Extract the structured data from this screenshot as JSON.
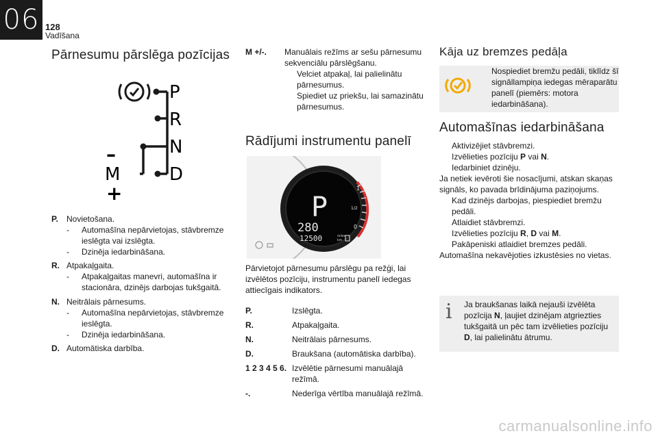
{
  "header": {
    "chapter": "06",
    "page_number": "128",
    "section": "Vadīšana"
  },
  "col1": {
    "title": "Pārnesumu pārslēga pozīcijas",
    "gear_labels": {
      "p": "P",
      "r": "R",
      "n": "N",
      "d": "D",
      "m": "M",
      "minus": "–",
      "plus": "+"
    },
    "defs": [
      {
        "term": "P.",
        "desc": "Novietošana.",
        "subs": [
          "Automašīna nepārvietojas, stāvbremze ieslēgta vai izslēgta.",
          "Dzinēja iedarbināšana."
        ]
      },
      {
        "term": "R.",
        "desc": "Atpakaļgaita.",
        "subs": [
          "Atpakaļgaitas manevri, automašīna ir stacionāra, dzinējs darbojas tukšgaitā."
        ]
      },
      {
        "term": "N.",
        "desc": "Neitrālais pārnesums.",
        "subs": [
          "Automašīna nepārvietojas, stāvbremze ieslēgta.",
          "Dzinēja iedarbināšana."
        ]
      },
      {
        "term": "D.",
        "desc": "Automātiska darbība.",
        "subs": []
      }
    ],
    "dash": "-"
  },
  "col2": {
    "manual": {
      "term": "M +/-.",
      "desc": "Manuālais režīms ar sešu pārnesumu sekvenciālu pārslēgšanu.",
      "bullets": [
        "Velciet atpakaļ, lai palielinātu pārnesumus.",
        "Spiediet uz priekšu, lai samazinātu pārnesumus."
      ]
    },
    "title": "Rādījumi instrumentu panelī",
    "cluster": {
      "gear": "P",
      "speed": "280",
      "odometer": "12500",
      "unit_top": "miles",
      "unit_bottom": "km",
      "tick_1": "1",
      "tick_half": "1/2",
      "tick_0": "0"
    },
    "intro": "Pārvietojot pārnesumu pārslēgu pa režģi, lai izvēlētos pozīciju, instrumentu panelī iedegas attiecīgais indikators.",
    "defs": [
      {
        "term": "P.",
        "desc": "Izslēgta."
      },
      {
        "term": "R.",
        "desc": "Atpakaļgaita."
      },
      {
        "term": "N.",
        "desc": "Neitrālais pārnesums."
      },
      {
        "term": "D.",
        "desc": "Braukšana (automātiska darbība)."
      },
      {
        "term": "1 2 3 4 5 6.",
        "desc": "Izvēlētie pārnesumi manuālajā režīmā."
      },
      {
        "term": "-.",
        "desc": "Nederīga vērtība manuālajā režīmā."
      }
    ]
  },
  "col3": {
    "brake_title": "Kāja uz bremzes pedāļa",
    "brake_text": "Nospiediet bremžu pedāli, tiklīdz šī signāllampiņa iedegas mēraparātu panelī (piemērs: motora iedarbināšana).",
    "start_title": "Automašīnas iedarbināšana",
    "b1": "Aktivizējiet stāvbremzi.",
    "b2_pre": "Izvēlieties pozīciju ",
    "b2_p": "P",
    "b2_mid": " vai ",
    "b2_n": "N",
    "b2_end": ".",
    "b3": "Iedarbiniet dzinēju.",
    "p1": "Ja netiek ievēroti šie nosacījumi, atskan skaņas signāls, ko pavada brīdinājuma paziņojums.",
    "b4": "Kad dzinējs darbojas, piespiediet bremžu pedāli.",
    "b5": "Atlaidiet stāvbremzi.",
    "b6_pre": "Izvēlieties pozīciju ",
    "b6_r": "R",
    "b6_c1": ", ",
    "b6_d": "D",
    "b6_c2": " vai ",
    "b6_m": "M",
    "b6_end": ".",
    "b7": "Pakāpeniski atlaidiet bremzes pedāli.",
    "p2": "Automašīna nekavējoties izkustēsies no vietas.",
    "info_pre": "Ja braukšanas laikā nejauši izvēlēta pozīcija ",
    "info_n": "N",
    "info_mid": ", ļaujiet dzinējam atgriezties tukšgaitā un pēc tam izvēlieties pozīciju ",
    "info_d": "D",
    "info_end": ", lai palielinātu ātrumu.",
    "bullet_mark": "",
    "info_mark": "i"
  },
  "footer": {
    "watermark": "carmanualsonline.info"
  },
  "colors": {
    "warning_amber": "#f2a900",
    "tab_black": "#1b1b1b",
    "cluster_red": "#d63030"
  }
}
